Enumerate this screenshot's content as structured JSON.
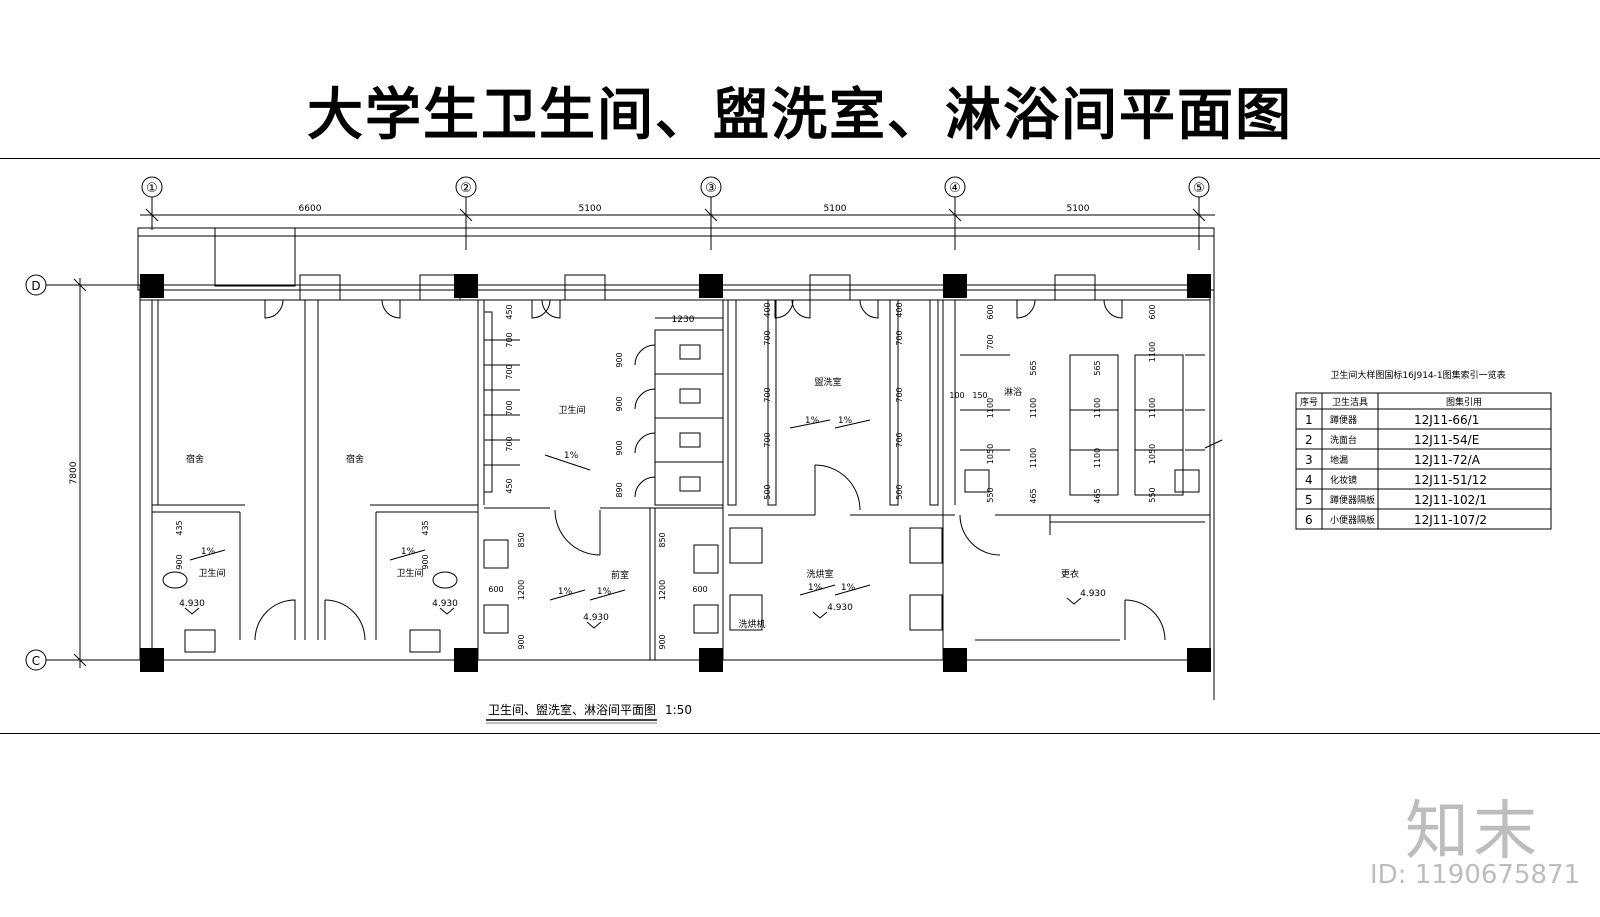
{
  "title": "大学生卫生间、盥洗室、淋浴间平面图",
  "plan": {
    "axes": [
      "①",
      "②",
      "③",
      "④",
      "⑤"
    ],
    "row_axes": [
      "D",
      "C"
    ],
    "spans": [
      "6600",
      "5100",
      "5100",
      "5100"
    ],
    "overall_depth": "7800",
    "caption": "卫生间、盥洗室、淋浴间平面图",
    "scale": "1:50",
    "rooms": {
      "dorm_1": "宿舍",
      "dorm_2": "宿舍",
      "toilet_main": "卫生间",
      "washroom": "盥洗室",
      "shower": "淋浴",
      "toilet_small_1": "卫生间",
      "toilet_small_2": "卫生间",
      "anteroom": "前室",
      "laundry": "洗烘室",
      "dryer": "洗烘机",
      "changing": "更衣"
    },
    "slope": "1%",
    "elevation": "4.930",
    "stall_width": "1230",
    "dims_urinal": [
      "450",
      "700",
      "700",
      "700",
      "700",
      "450"
    ],
    "dims_stall": [
      "900",
      "900",
      "900",
      "890"
    ],
    "dims_wash_left": [
      "400",
      "700",
      "700",
      "700",
      "500"
    ],
    "dims_wash_right": [
      "400",
      "700",
      "700",
      "700",
      "500"
    ],
    "dims_shower_a": [
      "600",
      "700",
      "1100",
      "1050",
      "550"
    ],
    "dims_shower_b": [
      "565",
      "1100",
      "1100",
      "465"
    ],
    "dims_shower_c": [
      "565",
      "1100",
      "1100",
      "465"
    ],
    "dims_shower_d": [
      "600",
      "1100",
      "1100",
      "1050",
      "550"
    ],
    "dims_small_toilet": [
      "435",
      "900"
    ],
    "dims_ante": [
      "850",
      "1200",
      "900"
    ],
    "dims_ante_w": "600",
    "dims_shower_top": [
      "100",
      "150"
    ]
  },
  "legend": {
    "heading": "卫生间大样图国标16J914-1图集索引一览表",
    "columns": [
      "序号",
      "卫生洁具",
      "图集引用"
    ],
    "rows": [
      [
        "1",
        "蹲便器",
        "12J11-66/1"
      ],
      [
        "2",
        "洗面台",
        "12J11-54/E"
      ],
      [
        "3",
        "地漏",
        "12J11-72/A"
      ],
      [
        "4",
        "化妆镜",
        "12J11-51/12"
      ],
      [
        "5",
        "蹲便器隔板",
        "12J11-102/1"
      ],
      [
        "6",
        "小便器隔板",
        "12J11-107/2"
      ]
    ]
  },
  "watermark": {
    "logo": "知末",
    "id": "ID: 1190675871"
  }
}
